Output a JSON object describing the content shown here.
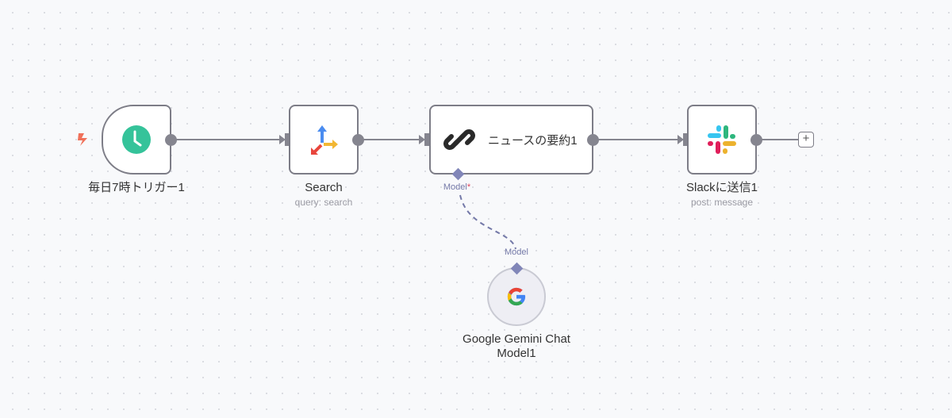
{
  "nodes": {
    "trigger": {
      "label": "毎日7時トリガー1",
      "icon": "clock-icon"
    },
    "search": {
      "label": "Search",
      "subtitle": "query: search",
      "icon": "search-axes-icon"
    },
    "summary": {
      "label": "ニュースの要約1",
      "icon": "link-icon",
      "port_label": "Model",
      "required_mark": "*"
    },
    "slack": {
      "label": "Slackに送信1",
      "subtitle": "post: message",
      "icon": "slack-icon"
    },
    "gemini": {
      "label_line1": "Google Gemini Chat",
      "label_line2": "Model1",
      "port_label": "Model",
      "icon": "google-icon"
    }
  },
  "add_button": "+",
  "colors": {
    "accent": "#8186b8",
    "trigger_bolt": "#f0715a",
    "clock": "#35c39a",
    "edge": "#85858f"
  }
}
